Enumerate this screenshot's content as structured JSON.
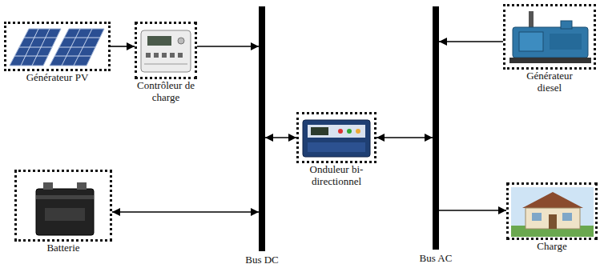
{
  "diagram": {
    "nodes": [
      {
        "text": [
          "Générateur PV"
        ]
      },
      {
        "text": [
          "Contrôleur de charge"
        ]
      },
      {
        "text": [
          "Bus DC"
        ]
      },
      {
        "text": [
          "Onduleur bi-directionnel"
        ]
      },
      {
        "text": [
          "Bus AC"
        ]
      },
      {
        "text": [
          "Générateur diesel"
        ]
      },
      {
        "text": [
          "Batterie"
        ]
      },
      {
        "text": [
          "Charge"
        ]
      }
    ],
    "edges": [
      {
        "from": 0,
        "to": 1,
        "arrow": "to"
      },
      {
        "from": 1,
        "to": 2,
        "arrow": "to"
      },
      {
        "from": 5,
        "to": 4,
        "arrow": "to"
      },
      {
        "from": 2,
        "to": 3,
        "arrow": "both"
      },
      {
        "from": 3,
        "to": 4,
        "arrow": "both"
      },
      {
        "from": 6,
        "to": 2,
        "arrow": "both"
      },
      {
        "from": 4,
        "to": 7,
        "arrow": "to"
      }
    ]
  }
}
